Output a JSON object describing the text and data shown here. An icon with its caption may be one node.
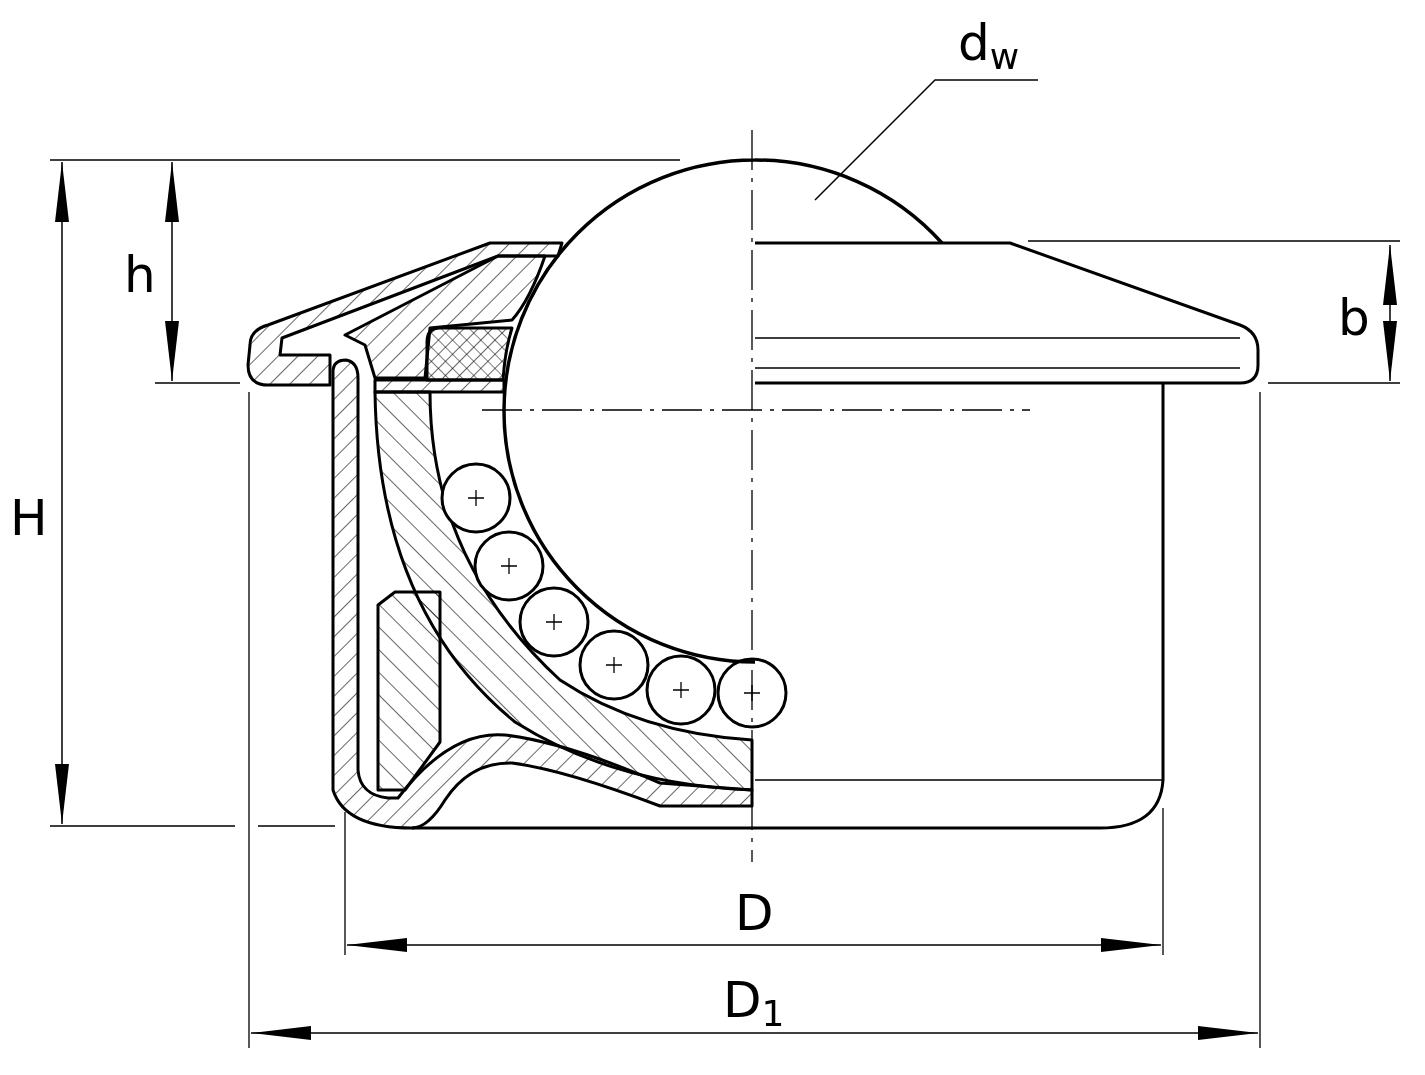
{
  "diagram": {
    "nodes": [
      {
        "text": [
          "d$_{w}$"
        ]
      },
      {
        "text": [],
        "shape": "circle"
      }
    ],
    "edges": [
      {
        "from": 0,
        "to": 1,
        "arrow": "none"
      }
    ],
    "labels": [
      "h",
      "H",
      "b",
      "D",
      "D$_{1}$"
    ]
  }
}
